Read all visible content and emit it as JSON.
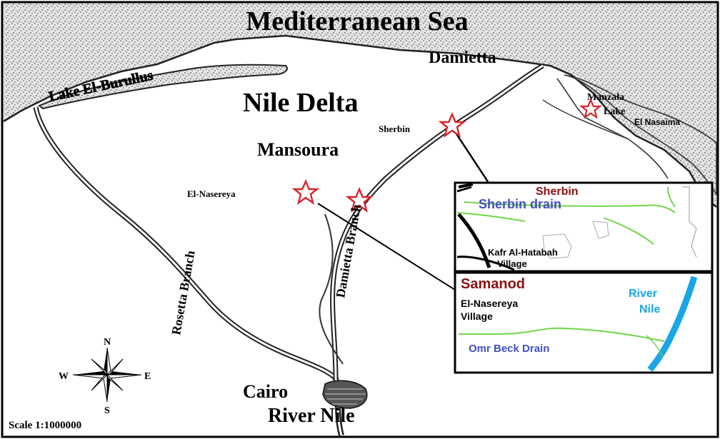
{
  "labels": {
    "sea": "Mediterranean Sea",
    "damietta": "Damietta",
    "lake_burullus": "Lake El-Burullus",
    "nile_delta": "Nile Delta",
    "manzala_line1": "Manzala",
    "manzala_line2": "Lake",
    "el_nasaima": "El Nasaima",
    "sherbin": "Sherbin",
    "mansoura": "Mansoura",
    "el_nasereya": "El-Nasereya",
    "rosetta_branch": "Rosetta Branch",
    "damietta_branch": "Damietta Branch",
    "cairo": "Cairo",
    "river_nile": "River Nile",
    "scale": "Scale 1:1000000"
  },
  "compass": {
    "n": "N",
    "s": "S",
    "e": "E",
    "w": "W"
  },
  "inset_sherbin": {
    "title": "Sherbin",
    "drain": "Sherbin drain",
    "village_line1": "Kafr Al-Hatabah",
    "village_line2": "Village"
  },
  "inset_samanod": {
    "title": "Samanod",
    "village_line1": "El-Nasereya",
    "village_line2": "Village",
    "river_line1": "River",
    "river_line2": "Nile",
    "drain": "Omr Beck Drain"
  },
  "colors": {
    "marker": "#d7262b",
    "inset_title": "#8b1010",
    "drain_blue": "#3f4fc1",
    "river_blue": "#1aa6e6",
    "drain_line": "#6fd64a"
  }
}
